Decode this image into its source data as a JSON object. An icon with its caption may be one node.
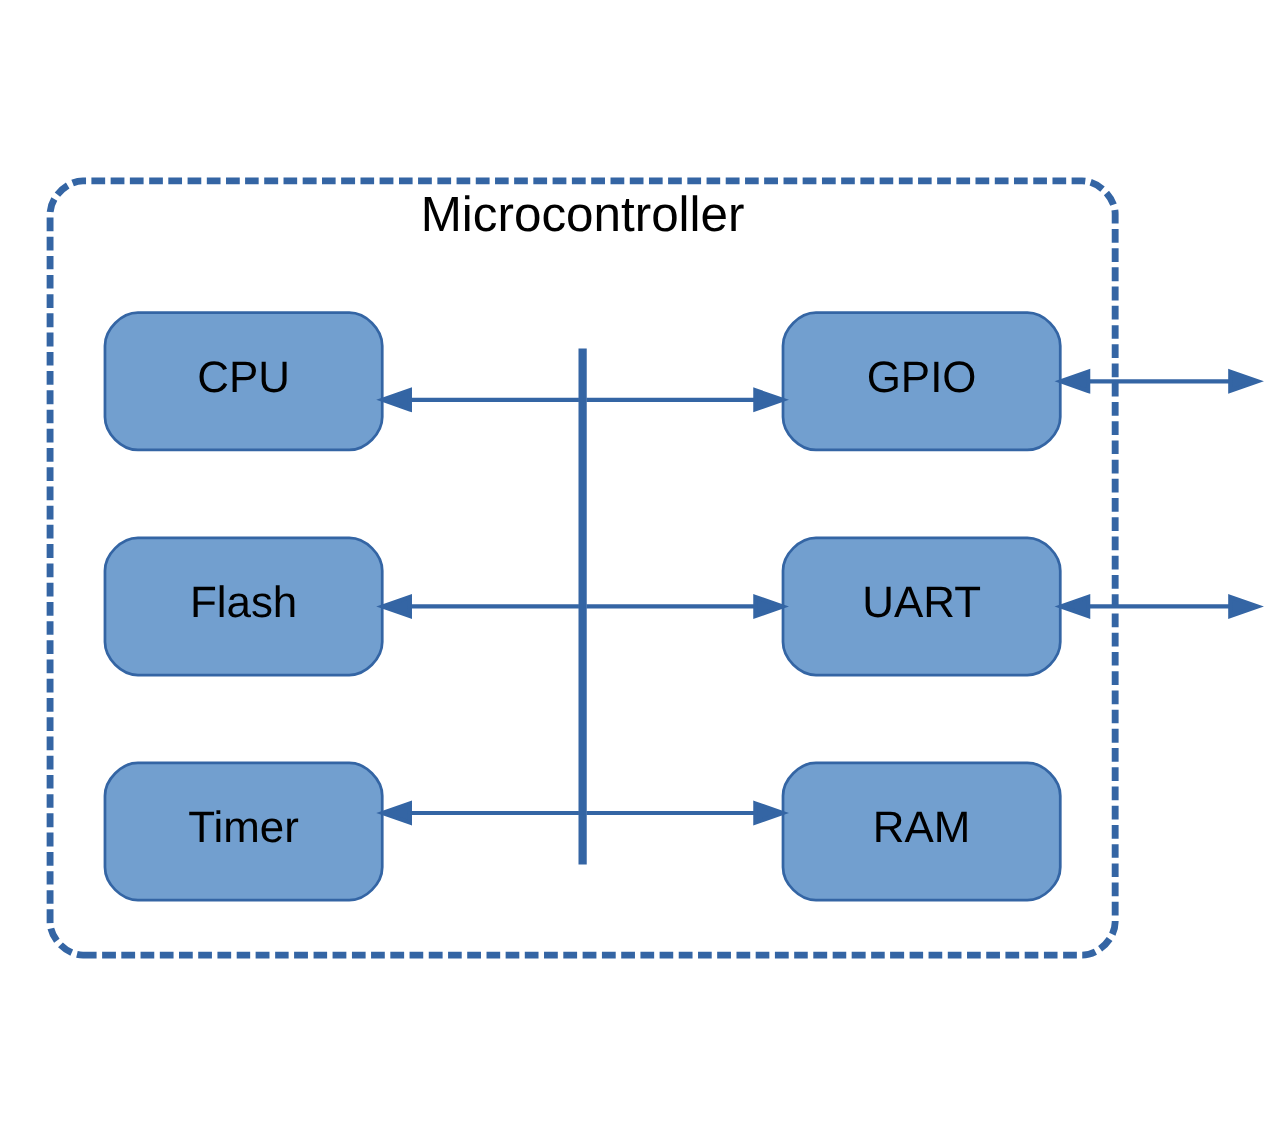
{
  "diagram": {
    "nodes": [
      {
        "text": [
          "Microcontroller"
        ]
      },
      {
        "text": [
          "CPU"
        ],
        "in": 0
      },
      {
        "text": [
          "RAM"
        ],
        "in": 0
      },
      {
        "text": [
          "Flash"
        ],
        "in": 0
      },
      {
        "text": [
          "GPIO"
        ],
        "in": 0
      },
      {
        "text": [
          "Timer"
        ],
        "in": 0
      },
      {
        "text": [
          "UART"
        ],
        "in": 0
      },
      {
        "text": [],
        "shape": "bar",
        "in": 0
      }
    ],
    "edges": [
      {
        "from": 7,
        "to": 1,
        "arrow": "to"
      },
      {
        "from": 7,
        "to": 2,
        "arrow": "to"
      },
      {
        "from": 7,
        "to": 3,
        "arrow": "to"
      },
      {
        "from": 7,
        "to": 4,
        "arrow": "to"
      },
      {
        "from": 7,
        "to": 5,
        "arrow": "to"
      },
      {
        "from": 7,
        "to": 6,
        "arrow": "to"
      },
      {
        "from": 4,
        "to": null,
        "arrow": "both"
      },
      {
        "from": 6,
        "to": null,
        "arrow": "both"
      }
    ]
  }
}
